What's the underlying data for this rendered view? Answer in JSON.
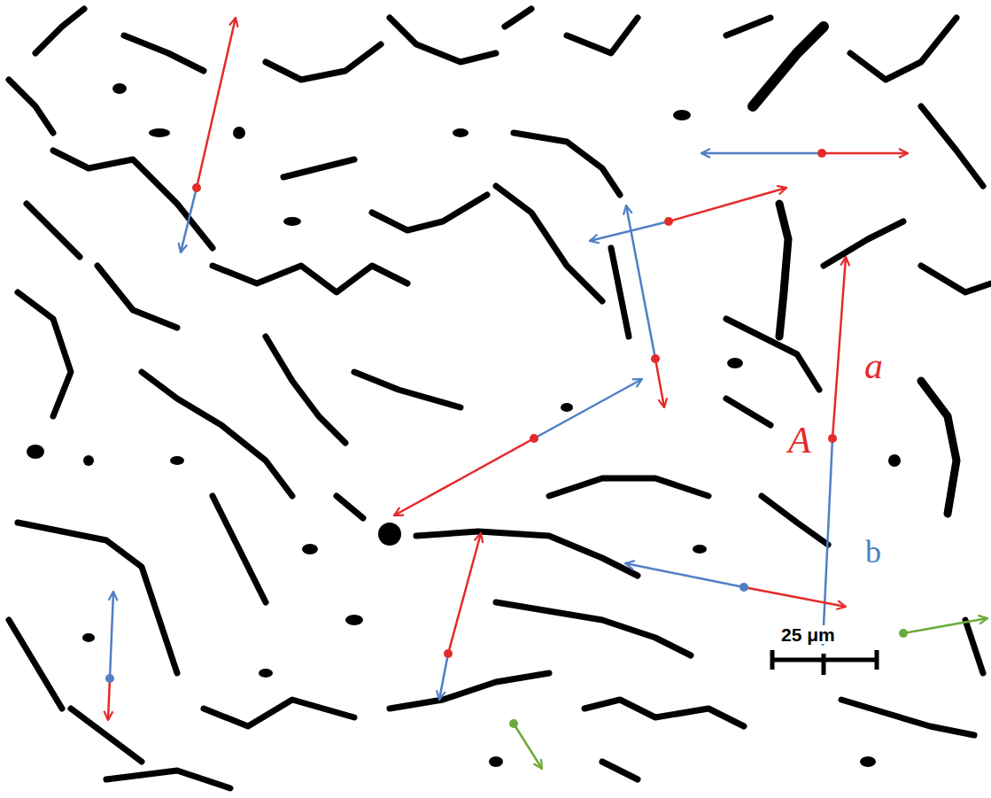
{
  "diagram": {
    "labels": [
      "a",
      "A",
      "b",
      "25 μm"
    ]
  }
}
